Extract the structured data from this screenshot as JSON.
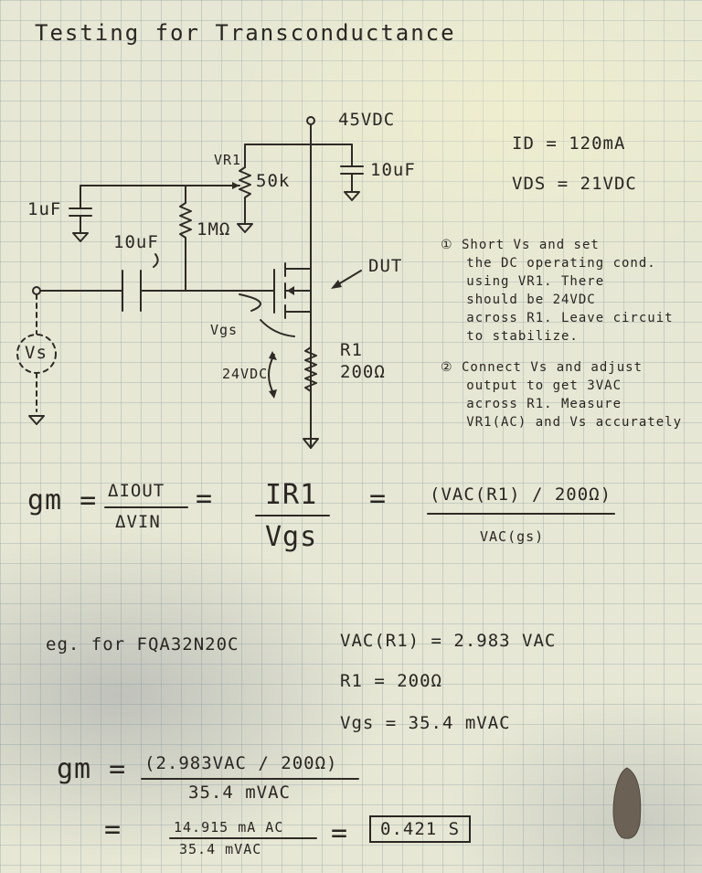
{
  "title": "Testing for Transconductance",
  "labels": {
    "supply": "45VDC",
    "vr1": "VR1",
    "pot_value": "50k",
    "bypass_cap": "10uF",
    "input_filter_cap": "1uF",
    "coupling_cap": "10uF",
    "gate_resistor": "1MΩ",
    "dut": "DUT",
    "vs": "Vs",
    "vgs": "Vgs",
    "r1": "R1",
    "r1_value": "200Ω",
    "r1_voltage": "24VDC"
  },
  "operating_point": {
    "id": "ID = 120mA",
    "vds": "VDS = 21VDC"
  },
  "instructions": {
    "step1": "① Short Vs and set\n   the DC operating cond.\n   using VR1. There\n   should be 24VDC\n   across R1. Leave circuit\n   to stabilize.",
    "step2": "② Connect Vs and adjust\n   output to get 3VAC\n   across R1. Measure\n   VR1(AC) and Vs accurately"
  },
  "formula": {
    "lhs": "gm =",
    "delta_num": "ΔIOUT",
    "delta_den": "ΔVIN",
    "eq1": "=",
    "ir_num": "IR1",
    "ir_den": "Vgs",
    "eq2": "=",
    "vac_num": "(VAC(R1) / 200Ω)",
    "vac_den": "VAC(gs)"
  },
  "example": {
    "heading": "eg. for FQA32N20C",
    "vac_r1": "VAC(R1) = 2.983 VAC",
    "r1": "R1 = 200Ω",
    "vgs": "Vgs = 35.4 mVAC",
    "gm_lhs": "gm =",
    "frac1_num": "(2.983VAC / 200Ω)",
    "frac1_den": "35.4 mVAC",
    "eq": "=",
    "frac2_num": "14.915 mA AC",
    "frac2_den": "35.4 mVAC",
    "eq2": "=",
    "result": "0.421 S"
  }
}
